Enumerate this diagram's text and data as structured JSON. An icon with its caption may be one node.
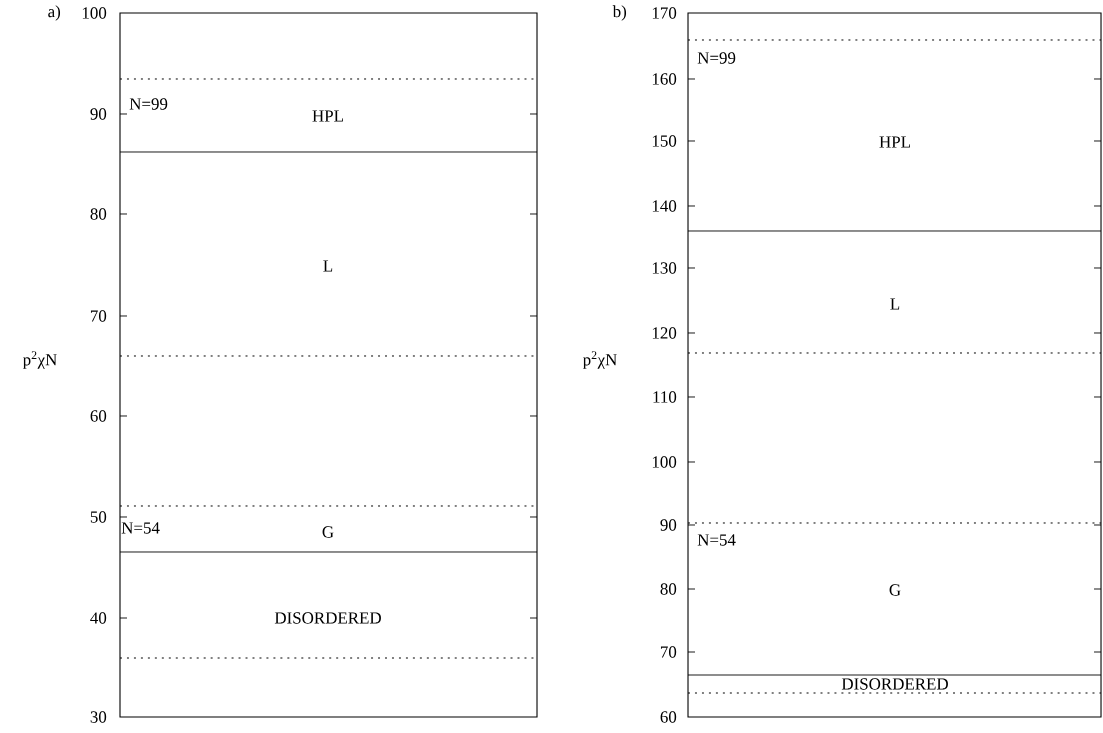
{
  "diagram": {
    "labels": [
      "a)",
      "100",
      "90",
      "80",
      "70",
      "60",
      "50",
      "40",
      "30",
      "p$^{2}$χN",
      "N=99",
      "HPL",
      "L",
      "N=54",
      "G",
      "DISORDERED",
      "b)",
      "170",
      "160",
      "150",
      "140",
      "130",
      "120",
      "110",
      "100",
      "90",
      "80",
      "70",
      "60",
      "p$^{2}$χN",
      "N=99",
      "HPL",
      "L",
      "N=54",
      "G",
      "DISORDERED"
    ]
  }
}
